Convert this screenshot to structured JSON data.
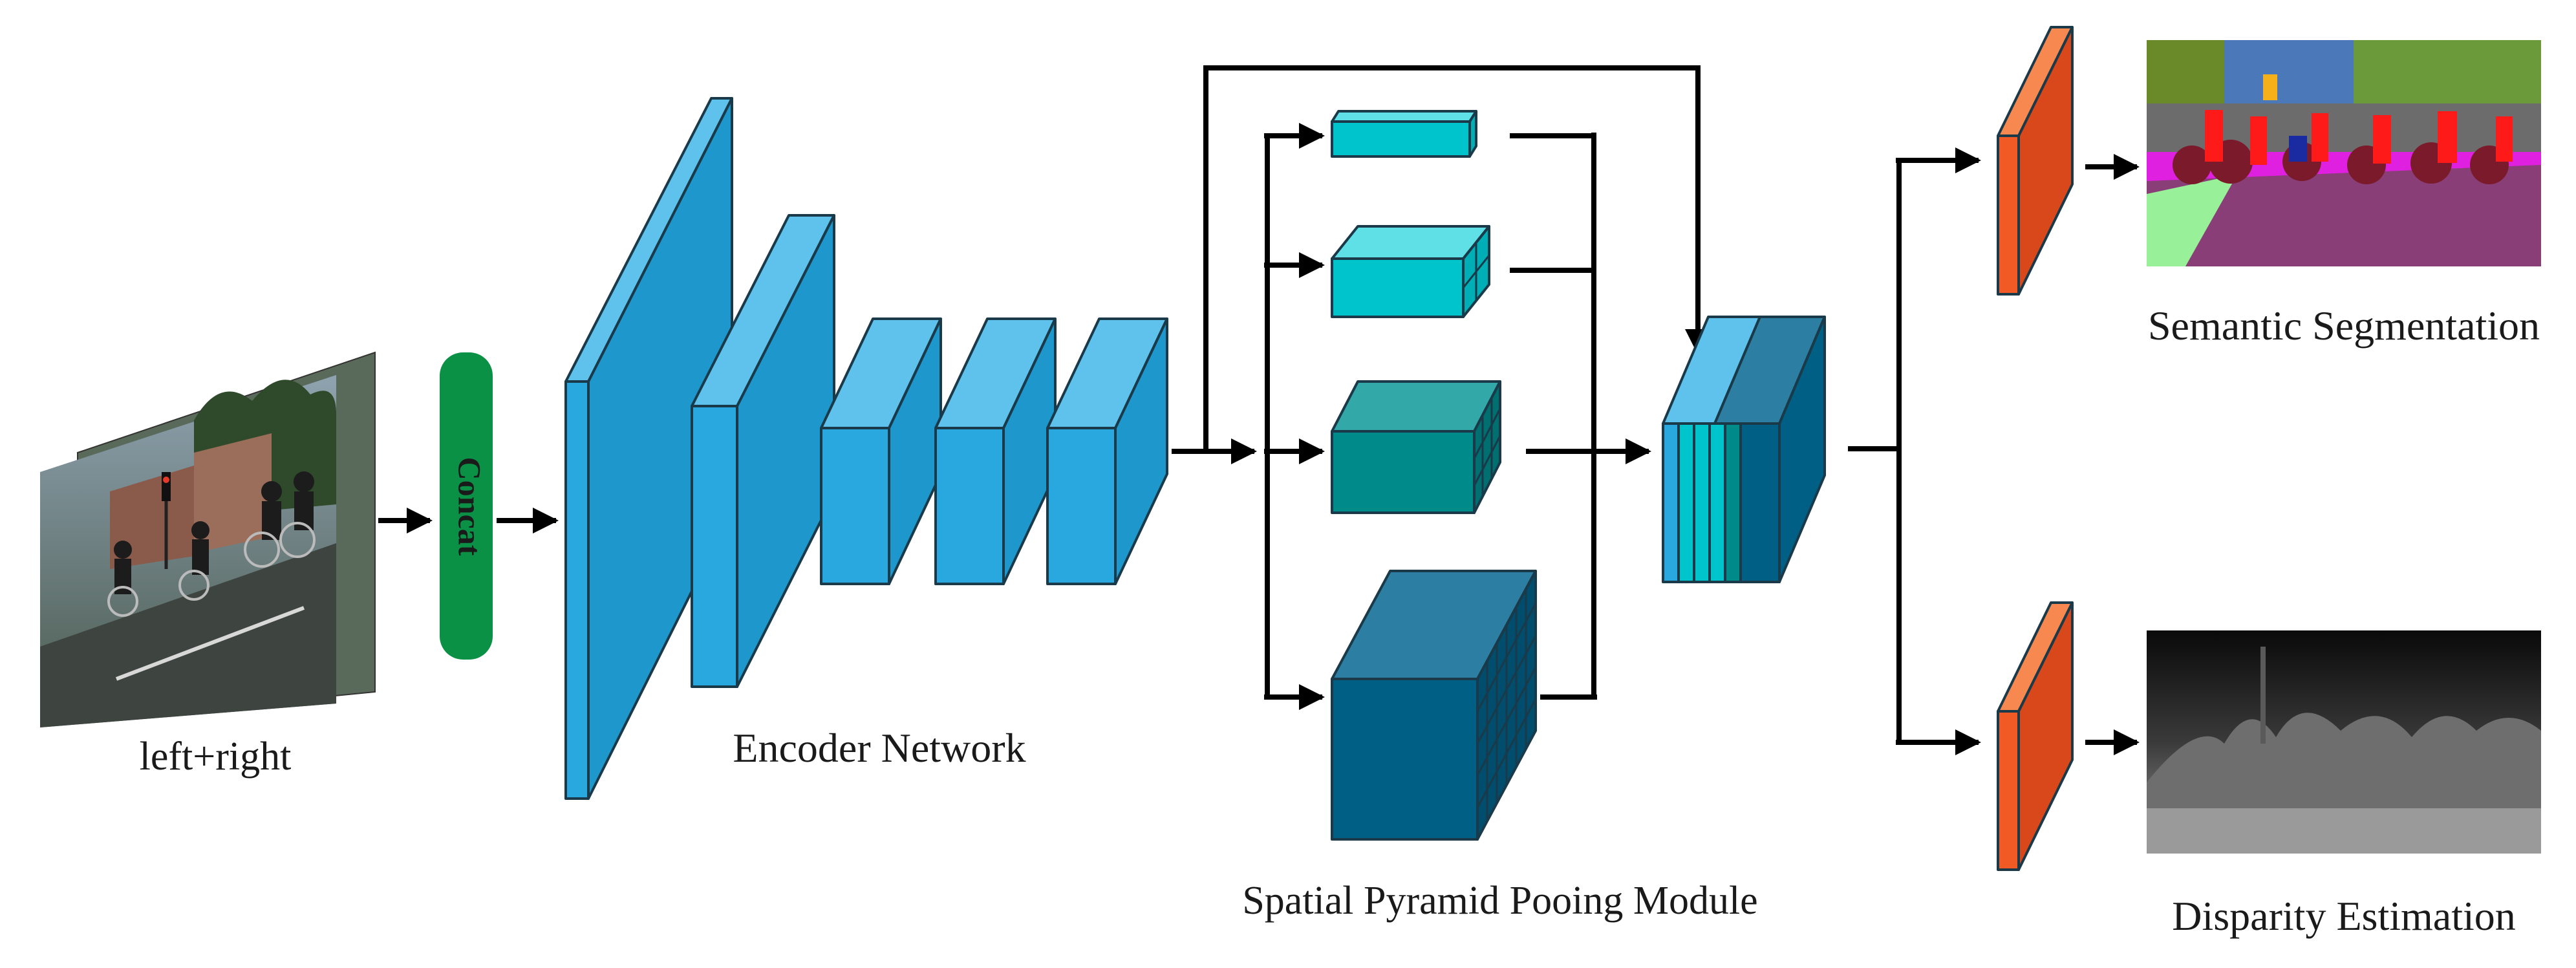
{
  "labels": {
    "input": "left+right",
    "concat": "Concat",
    "encoder": "Encoder Network",
    "spp": "Spatial Pyramid Pooing Module",
    "semantic": "Semantic Segmentation",
    "disparity": "Disparity Estimation"
  },
  "colors": {
    "encoder_blue": "#29a8e0",
    "concat_green": "#0a9146",
    "spp_cyan": "#00c4cc",
    "spp_teal": "#008b8b",
    "spp_dark": "#005f85",
    "decoder_orange": "#f15a24",
    "arrow": "#000000"
  },
  "icons": {
    "input_image": "stereo-street-photo-icon",
    "semantic_output": "segmentation-map-icon",
    "disparity_output": "disparity-map-icon"
  }
}
